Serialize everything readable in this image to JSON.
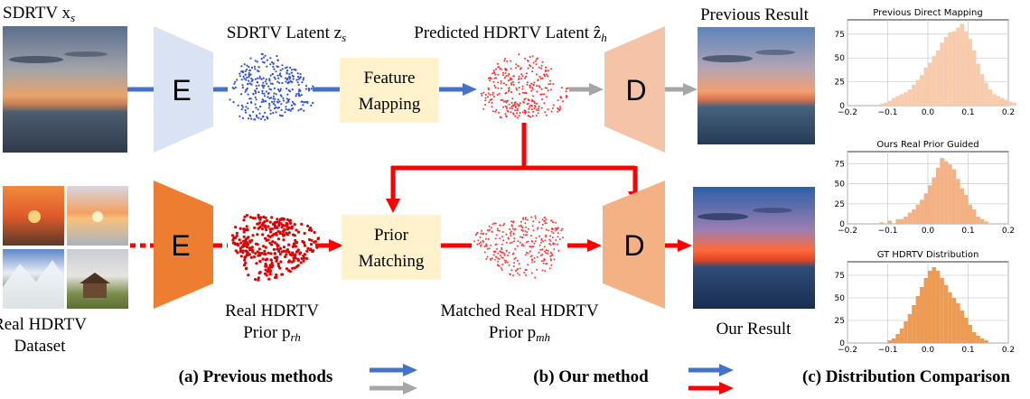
{
  "labels": {
    "sdrtv_input": "SDRTV x",
    "sdrtv_input_sub": "s",
    "sdrtv_latent": "SDRTV Latent z",
    "sdrtv_latent_sub": "s",
    "predicted_latent": "Predicted HDRTV Latent ẑ",
    "predicted_latent_sub": "h",
    "previous_result": "Previous Result",
    "our_result": "Our Result",
    "dataset_line1": "Real HDRTV",
    "dataset_line2": "Dataset",
    "real_prior_line1": "Real HDRTV",
    "real_prior_line2": "Prior p",
    "real_prior_sub": "rh",
    "matched_prior_line1": "Matched Real HDRTV",
    "matched_prior_line2": "Prior p",
    "matched_prior_sub": "mh",
    "encoder_top": "E",
    "decoder_top": "D",
    "encoder_bottom": "E",
    "decoder_bottom": "D",
    "feature_mapping_line1": "Feature",
    "feature_mapping_line2": "Mapping",
    "prior_matching_line1": "Prior",
    "prior_matching_line2": "Matching",
    "caption_a": "(a) Previous methods",
    "caption_b": "(b) Our method",
    "caption_c": "(c) Distribution Comparison"
  },
  "colors": {
    "blue_arrow": "#4472c4",
    "gray_arrow": "#a6a6a6",
    "red_arrow": "#ff0000",
    "encoder_top": "#dae3f3",
    "decoder_top": "#f4c3a8",
    "encoder_bottom": "#ed7d31",
    "decoder_bottom": "#f4b183",
    "module_fill": "#fff2cc",
    "hist_light": "#f8cbad",
    "hist_mid": "#f4b183",
    "hist_dark": "#ed9a52"
  },
  "chart_data": [
    {
      "type": "bar",
      "title": "Previous Direct Mapping",
      "xlim": [
        -0.2,
        0.2
      ],
      "ylim": [
        0,
        90
      ],
      "xticks": [
        "−0.2",
        "−0.1",
        "0.0",
        "0.1",
        "0.2"
      ],
      "yticks": [
        "0",
        "25",
        "50",
        "75"
      ],
      "grid": true,
      "bin_start": -0.12,
      "bin_width": 0.01,
      "values": [
        2,
        3,
        5,
        8,
        10,
        12,
        14,
        17,
        22,
        27,
        32,
        40,
        45,
        52,
        58,
        66,
        72,
        77,
        78,
        82,
        86,
        78,
        70,
        58,
        44,
        33,
        24,
        17,
        12,
        10,
        8,
        6,
        4,
        3
      ]
    },
    {
      "type": "bar",
      "title": "Ours Real Prior Guided",
      "xlim": [
        -0.2,
        0.2
      ],
      "ylim": [
        0,
        90
      ],
      "xticks": [
        "−0.2",
        "−0.1",
        "0.0",
        "0.1",
        "0.2"
      ],
      "yticks": [
        "0",
        "25",
        "50",
        "75"
      ],
      "grid": true,
      "bin_start": -0.12,
      "bin_width": 0.01,
      "values": [
        2,
        0,
        4,
        0,
        6,
        6,
        9,
        14,
        18,
        24,
        30,
        38,
        48,
        58,
        70,
        82,
        78,
        74,
        68,
        56,
        44,
        36,
        24,
        18,
        9,
        6,
        3
      ]
    },
    {
      "type": "bar",
      "title": "GT HDRTV Distribution",
      "xlim": [
        -0.2,
        0.2
      ],
      "ylim": [
        0,
        90
      ],
      "xticks": [
        "−0.2",
        "−0.1",
        "0.0",
        "0.1",
        "0.2"
      ],
      "yticks": [
        "0",
        "25",
        "50",
        "75"
      ],
      "grid": true,
      "bin_start": -0.1,
      "bin_width": 0.01,
      "values": [
        3,
        5,
        10,
        16,
        24,
        32,
        42,
        52,
        62,
        72,
        80,
        84,
        80,
        72,
        64,
        56,
        50,
        44,
        36,
        28,
        20,
        12,
        8,
        5,
        3
      ]
    }
  ]
}
